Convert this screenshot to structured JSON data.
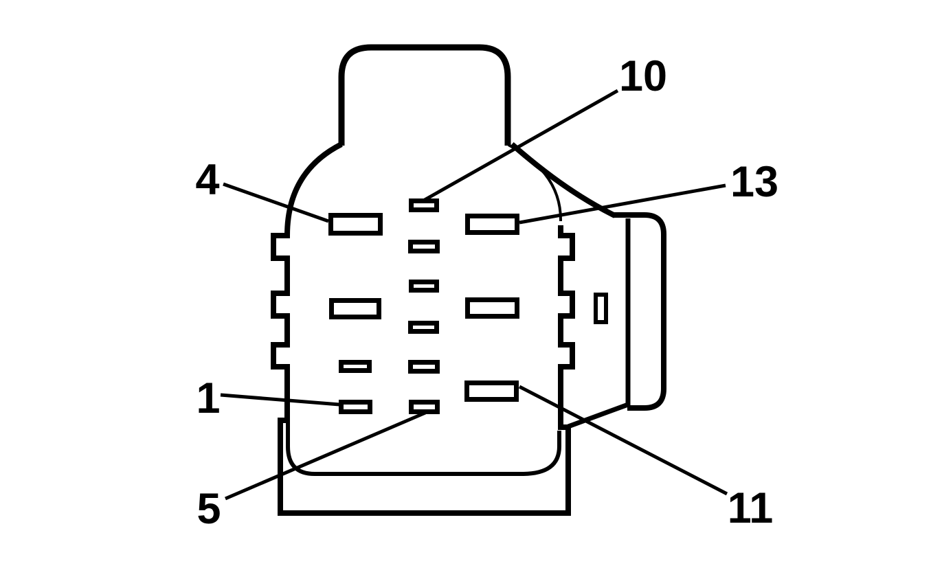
{
  "figure": {
    "title": "Electrical connector cavity pinout diagram",
    "background_color": "#ffffff",
    "line_color": "#000000",
    "cavity_columns": {
      "left_column_slots": 4,
      "middle_column_slots": 6,
      "right_column_slots": 3,
      "side_slots": 1
    },
    "callouts": [
      {
        "label": "4",
        "points_to": "left-column-row-1-cavity"
      },
      {
        "label": "10",
        "points_to": "middle-column-row-1-cavity"
      },
      {
        "label": "13",
        "points_to": "right-column-row-1-cavity"
      },
      {
        "label": "1",
        "points_to": "left-column-row-4-cavity"
      },
      {
        "label": "5",
        "points_to": "middle-column-row-6-cavity"
      },
      {
        "label": "11",
        "points_to": "right-column-row-3-cavity"
      }
    ]
  }
}
